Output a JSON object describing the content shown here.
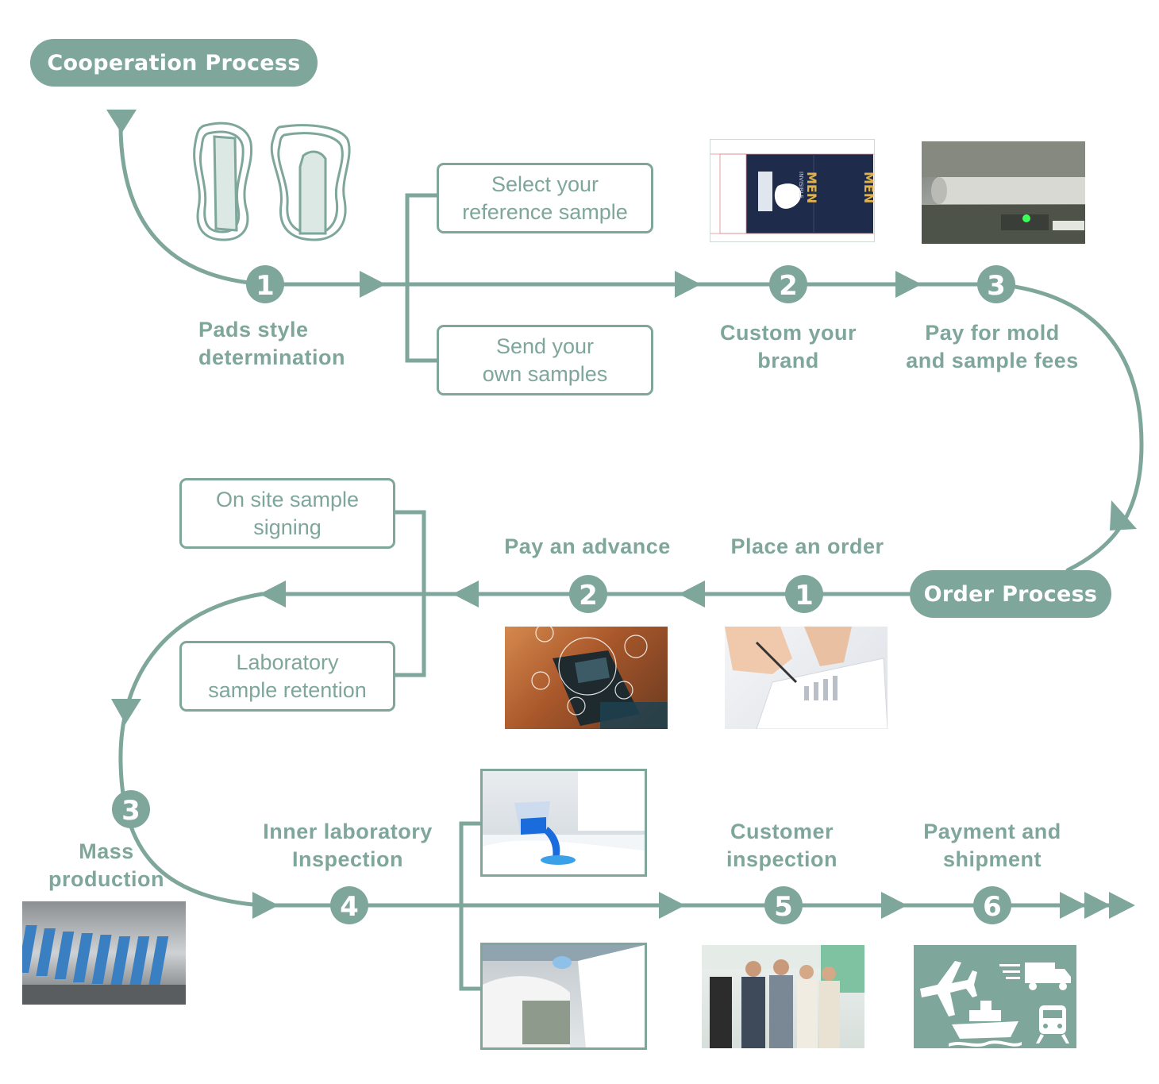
{
  "colors": {
    "accent": "#7ea69b",
    "text_on_accent": "#ffffff"
  },
  "cooperation": {
    "title": "Cooperation Process",
    "steps": [
      {
        "num": "1",
        "label": "Pads style\ndetermination"
      },
      {
        "num": "2",
        "label": "Custom your\nbrand"
      },
      {
        "num": "3",
        "label": "Pay for mold\nand sample fees"
      }
    ],
    "options": [
      "Select your\nreference sample",
      "Send your\nown samples"
    ]
  },
  "order": {
    "title": "Order Process",
    "steps": [
      {
        "num": "1",
        "label": "Place an order"
      },
      {
        "num": "2",
        "label": "Pay an advance"
      },
      {
        "num": "3",
        "label": "Mass\nproduction"
      },
      {
        "num": "4",
        "label": "Inner  laboratory\nInspection"
      },
      {
        "num": "5",
        "label": "Customer\ninspection"
      },
      {
        "num": "6",
        "label": "Payment and\nshipment"
      }
    ],
    "options": [
      "On site sample\nsigning",
      "Laboratory\nsample retention"
    ]
  },
  "package_print": {
    "brand": "MEN",
    "sub": "INVISIBLE"
  }
}
